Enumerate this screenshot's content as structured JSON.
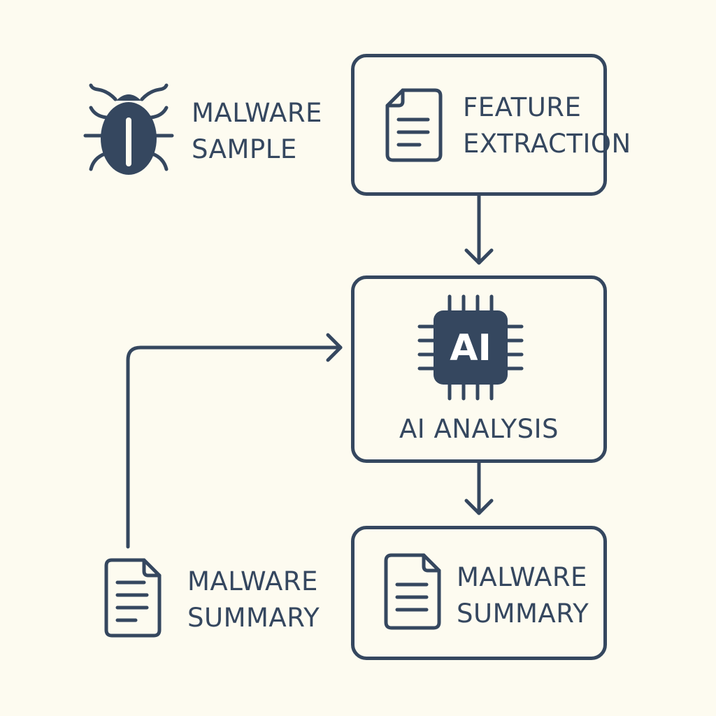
{
  "colors": {
    "background": "#fdfbf0",
    "ink": "#35475f"
  },
  "nodes": {
    "malware_sample": {
      "icon": "bug-icon",
      "line1": "MALWARE",
      "line2": "SAMPLE"
    },
    "feature_extraction": {
      "icon": "document-icon",
      "line1": "FEATURE",
      "line2": "EXTRACTION"
    },
    "ai_analysis": {
      "icon": "ai-chip-icon",
      "chip_text": "AI",
      "label": "AI ANALYSIS"
    },
    "malware_summary_output": {
      "icon": "document-icon",
      "line1": "MALWARE",
      "line2": "SUMMARY"
    },
    "malware_summary_left": {
      "icon": "document-icon",
      "line1": "MALWARE",
      "line2": "SUMMARY"
    }
  },
  "edges": [
    {
      "from": "feature_extraction",
      "to": "ai_analysis"
    },
    {
      "from": "ai_analysis",
      "to": "malware_summary_output"
    },
    {
      "from": "malware_summary_left",
      "to": "ai_analysis"
    }
  ]
}
